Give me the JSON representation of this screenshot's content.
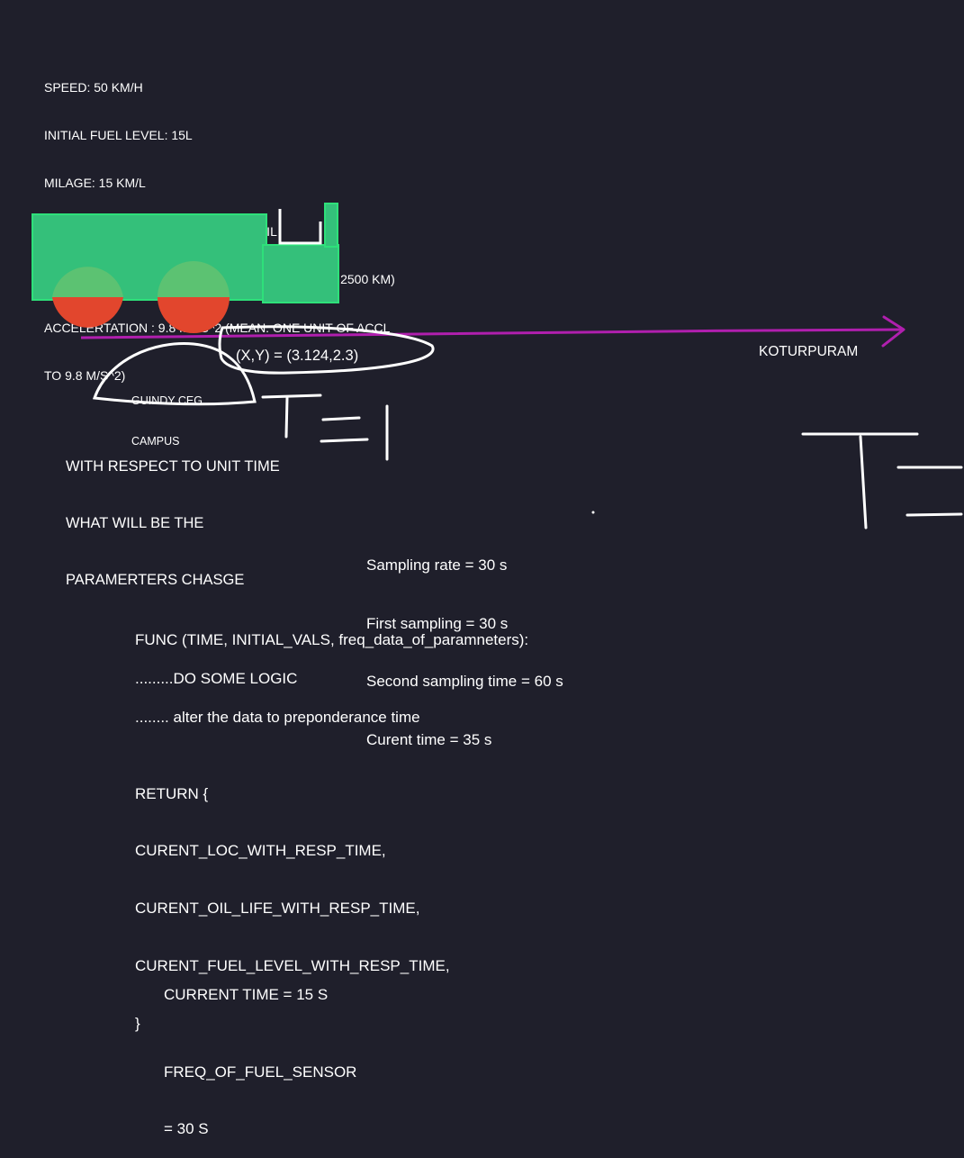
{
  "specs": [
    "SPEED: 50 KM/H",
    "INITIAL FUEL LEVEL: 15L",
    "MILAGE: 15 KM/L",
    "ENGINE OIL CYCLE: 5000 KM / 10 L OIL",
    "CURRENT OIL LIFE: 50% ( VEHICLE HAS DRIVEN 2500 KM)",
    "ACCELERTATION : 9.8 M / S^2 (MEAN: ONE UNIT OF ACCL",
    "TO 9.8 M/S^2)"
  ],
  "diagram": {
    "origin_label_lines": [
      "GUINDY CEG",
      "CAMPUS"
    ],
    "coordinate_label": "(X,Y) = (3.124,2.3)",
    "destination_label": "KOTURPURAM",
    "question_lines": [
      "WITH RESPECT TO UNIT TIME",
      "WHAT WILL BE THE",
      "PARAMERTERS CHASGE"
    ],
    "colors": {
      "background": "#1f1f2b",
      "truck_body": "#34c07a",
      "truck_stroke": "#2ee07a",
      "wheel_top": "#5cc272",
      "wheel_bottom": "#e2462d",
      "arrow": "#b01fae",
      "ink": "#ffffff"
    }
  },
  "sampling": [
    "Sampling rate = 30 s",
    "First sampling = 30 s",
    "Second sampling time = 60 s",
    "Curent time = 35 s"
  ],
  "func": {
    "signature": "FUNC (TIME, INITIAL_VALS, freq_data_of_paramneters):",
    "logic_line": ".........DO SOME LOGIC",
    "alter_line": "........ alter the data to preponderance time",
    "return_lines": [
      "RETURN {",
      "CURENT_LOC_WITH_RESP_TIME,",
      "CURENT_OIL_LIFE_WITH_RESP_TIME,",
      "CURENT_FUEL_LEVEL_WITH_RESP_TIME,",
      "}"
    ]
  },
  "bottom_notes": {
    "current_time": "CURRENT TIME = 15 S",
    "freq_line1": "FREQ_OF_FUEL_SENSOR",
    "freq_line2": "= 30 S"
  }
}
